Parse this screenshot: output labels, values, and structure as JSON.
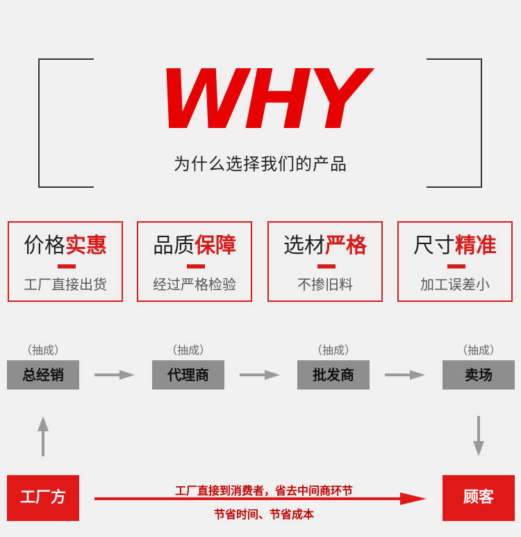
{
  "header": {
    "title": "WHY",
    "subtitle": "为什么选择我们的产品"
  },
  "cards": [
    {
      "title_plain": "价格",
      "title_highlight": "实惠",
      "subtitle": "工厂直接出货"
    },
    {
      "title_plain": "品质",
      "title_highlight": "保障",
      "subtitle": "经过严格检验"
    },
    {
      "title_plain": "选材",
      "title_highlight": "严格",
      "subtitle": "不掺旧料"
    },
    {
      "title_plain": "尺寸",
      "title_highlight": "精准",
      "subtitle": "加工误差小"
    }
  ],
  "chain": {
    "note": "（抽成）",
    "steps": [
      "总经销",
      "代理商",
      "批发商",
      "卖场"
    ]
  },
  "bottom": {
    "factory": "工厂方",
    "customer": "顾客",
    "line1": "工厂直接到消费者，省去中间商环节",
    "line2": "节省时间、节省成本"
  },
  "colors": {
    "accent": "#e60000",
    "box_gray": "#8e8e8e",
    "background": "#f0f0f0"
  }
}
